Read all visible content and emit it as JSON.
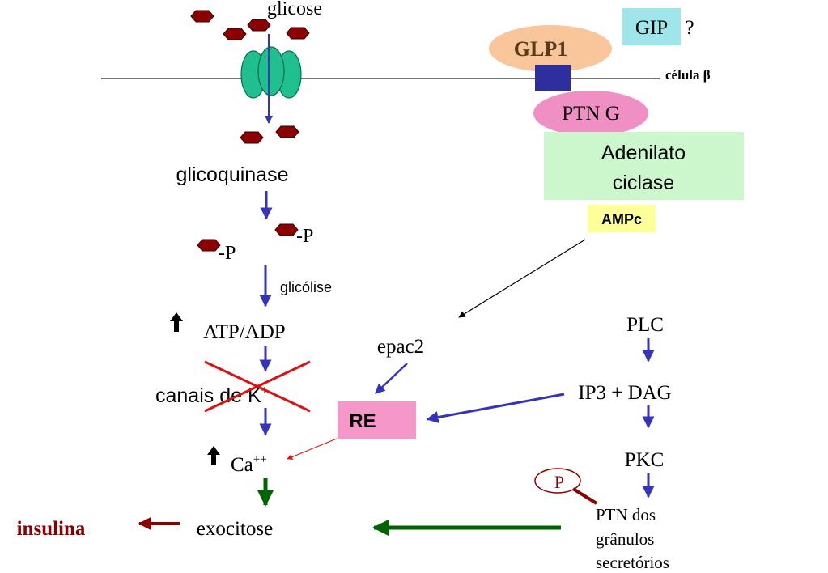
{
  "membrane": {
    "cell_label": "célula β"
  },
  "inputs": {
    "glucose": "glicose",
    "gip": "GIP",
    "gip_question": "?",
    "glp1": "GLP1"
  },
  "gprotein": {
    "label": "PTN G"
  },
  "adenylate": {
    "line1": "Adenilato",
    "line2": "ciclase"
  },
  "camp": {
    "label": "AMPc"
  },
  "left_path": {
    "glucokinase": "glicoquinase",
    "phosphate1": "-P",
    "phosphate2": "-P",
    "glycolysis": "glicólise",
    "atp_adp": "ATP/ADP",
    "k_channels": "canais de K",
    "k_superscript": "+",
    "calcium": "Ca",
    "calcium_superscript": "++",
    "exocytosis": "exocitose",
    "insulin": "insulina"
  },
  "middle": {
    "epac": "epac2",
    "er": "RE"
  },
  "right_path": {
    "plc": "PLC",
    "ip3_dag": "IP3 + DAG",
    "pkc": "PKC",
    "phospho": "P",
    "granule_ptn_line1": "PTN dos",
    "granule_ptn_line2": "grânulos",
    "granule_ptn_line3": "secretórios"
  },
  "colors": {
    "blue_arrow": "#3333bb",
    "green_arrow": "#006400",
    "dark_red": "#8b0000",
    "cross_red": "#dd1111",
    "glp1_fill": "#f9c69b",
    "gip_fill": "#9ee6ea",
    "gprotein_fill": "#ef8fc4",
    "adenylate_fill": "#ccf7cc",
    "camp_fill": "#ffff99",
    "er_fill": "#f597c9",
    "transporter_fill": "#1fbf8f",
    "receptor_fill": "#2e2e9e"
  }
}
